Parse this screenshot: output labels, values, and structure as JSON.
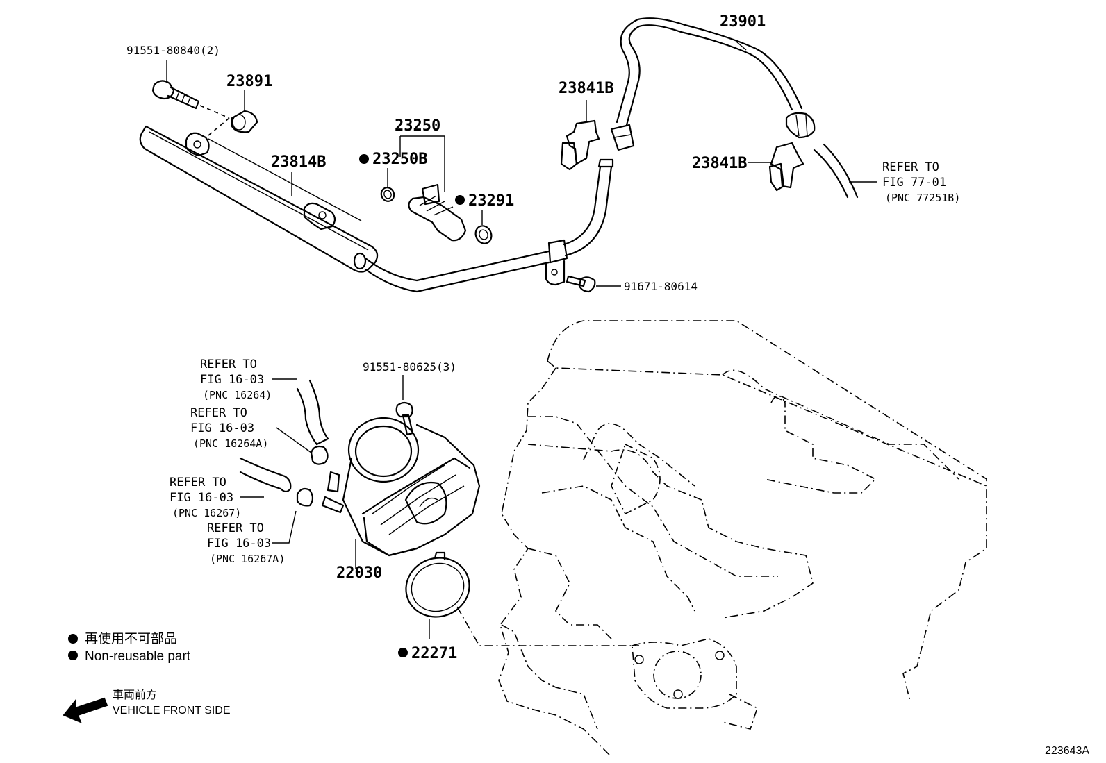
{
  "parts": {
    "p23901": "23901",
    "p91551_80840": "91551-80840(2)",
    "p23891": "23891",
    "p23841b_a": "23841B",
    "p23841b_b": "23841B",
    "p23250": "23250",
    "p23250b": "23250B",
    "p23814b": "23814B",
    "p23291": "23291",
    "p91671": "91671-80614",
    "p91551_80625": "91551-80625(3)",
    "p22030": "22030",
    "p22271": "22271"
  },
  "refs": {
    "r7701": {
      "l1": "REFER TO",
      "l2": "FIG 77-01",
      "l3": "(PNC 77251B)"
    },
    "r16264": {
      "l1": "REFER TO",
      "l2": "FIG 16-03",
      "l3": "(PNC 16264)"
    },
    "r16264a": {
      "l1": "REFER TO",
      "l2": "FIG 16-03",
      "l3": "(PNC 16264A)"
    },
    "r16267": {
      "l1": "REFER TO",
      "l2": "FIG 16-03",
      "l3": "(PNC 16267)"
    },
    "r16267a": {
      "l1": "REFER TO",
      "l2": "FIG 16-03",
      "l3": "(PNC 16267A)"
    }
  },
  "legend": {
    "jp": "再使用不可部品",
    "en": "Non-reusable part",
    "front_jp": "車両前方",
    "front_en": "VEHICLE FRONT SIDE"
  },
  "figure_id": "223643A"
}
